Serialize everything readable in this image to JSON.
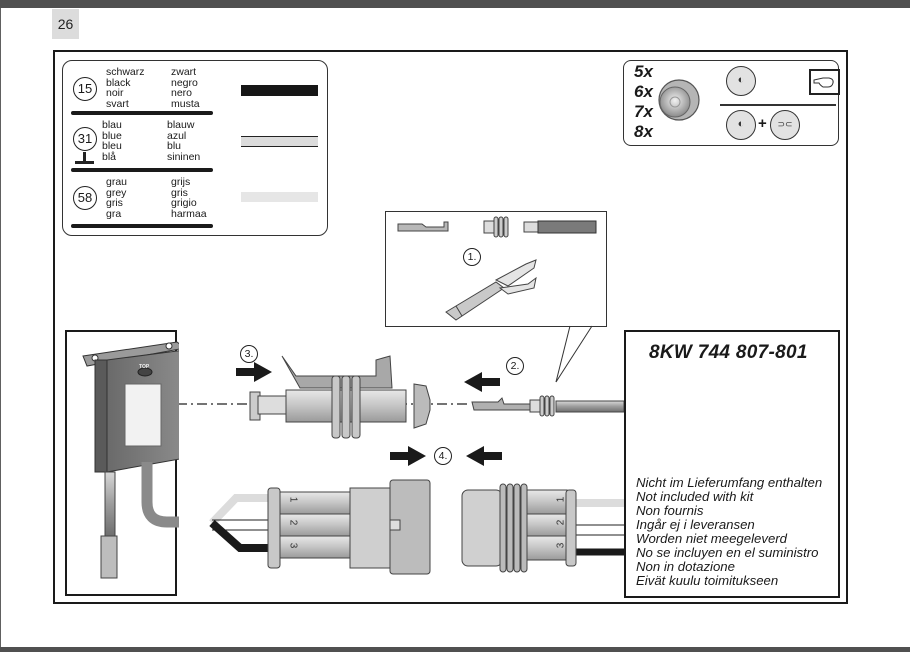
{
  "page": {
    "number": "26"
  },
  "legend": {
    "rows": [
      {
        "terminal": "15",
        "col1": [
          "schwarz",
          "black",
          "noir",
          "svart"
        ],
        "col2": [
          "zwart",
          "negro",
          "nero",
          "musta"
        ],
        "swatch_color": "#161616",
        "ground_symbol": false
      },
      {
        "terminal": "31",
        "col1": [
          "blau",
          "blue",
          "bleu",
          "blå"
        ],
        "col2": [
          "blauw",
          "azul",
          "blu",
          "sininen"
        ],
        "swatch_color": "#dcdcdc",
        "ground_symbol": true
      },
      {
        "terminal": "58",
        "col1": [
          "grau",
          "grey",
          "gris",
          "gra"
        ],
        "col2": [
          "grijs",
          "gris",
          "grigio",
          "harmaa"
        ],
        "swatch_color": "#e6e6e6",
        "ground_symbol": false
      }
    ]
  },
  "lamp_panel": {
    "quantities": [
      "5x",
      "6x",
      "7x",
      "8x"
    ],
    "icons": [
      "lamp-unit-icon",
      "low-beam-icon",
      "pointing-hand-icon",
      "low-beam-icon",
      "front-fog-lamp-icon"
    ],
    "plus": "+"
  },
  "crimp_detail": {
    "step": "1."
  },
  "assembly_steps": {
    "step2": "2.",
    "step3": "3.",
    "step4": "4."
  },
  "kit": {
    "part_number": "8KW 744 807-801",
    "not_included": [
      "Nicht im Lieferumfang enthalten",
      "Not included with kit",
      "Non fournis",
      "Ingår ej i leveransen",
      "Worden niet meegeleverd",
      "No se incluyen en el suministro",
      "Non in dotazione",
      "Eivät kuulu toimitukseen"
    ]
  },
  "control_unit": {
    "top_label": "TOP"
  },
  "connector_pins": [
    "1",
    "2",
    "3"
  ]
}
